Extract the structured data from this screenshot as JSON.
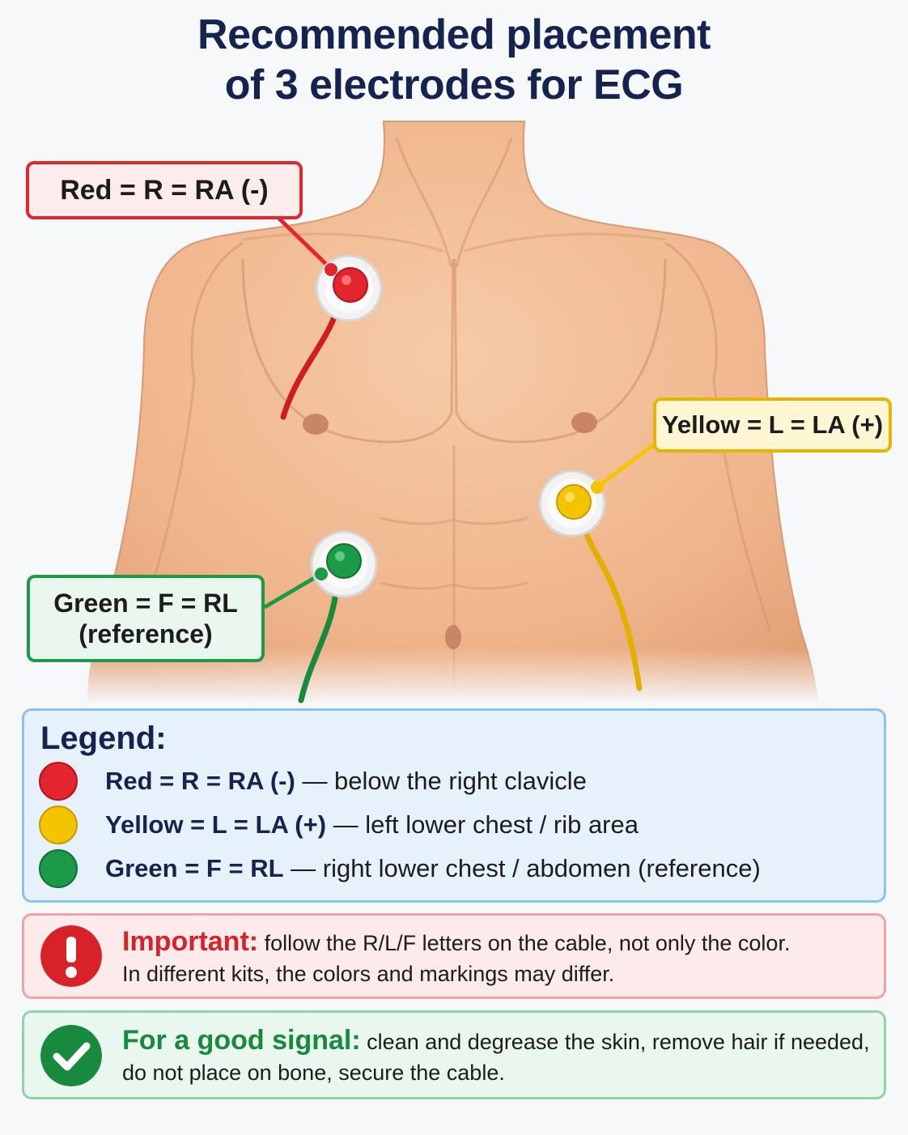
{
  "title": {
    "line1": "Recommended placement",
    "line2": "of 3 electrodes for ECG"
  },
  "colors": {
    "red": "#e3262e",
    "yellow": "#f5c400",
    "green": "#1d9a48",
    "title": "#14234f",
    "skin": "#f1be98"
  },
  "callouts": {
    "red": "Red = R = RA (-)",
    "yellow": "Yellow = L = LA (+)",
    "green_line1": "Green = F = RL",
    "green_line2": "(reference)"
  },
  "legend": {
    "heading": "Legend:",
    "items": [
      {
        "color_name": "red",
        "label": "Red = R = RA (-)",
        "description": " — below the right clavicle"
      },
      {
        "color_name": "yellow",
        "label": "Yellow = L = LA (+)",
        "description": " — left lower chest / rib area"
      },
      {
        "color_name": "green",
        "label": "Green = F = RL",
        "description": " — right lower chest / abdomen (reference)"
      }
    ]
  },
  "important": {
    "icon": "exclamation-icon",
    "lead": "Important:",
    "line1": " follow the R/L/F letters on the cable, not only the color.",
    "line2": "In different kits, the colors and markings may differ."
  },
  "good_signal": {
    "icon": "checkmark-icon",
    "lead": "For a good signal:",
    "line1": " clean and degrease the skin, remove hair if needed,",
    "line2": "do not place on bone, secure the cable."
  }
}
